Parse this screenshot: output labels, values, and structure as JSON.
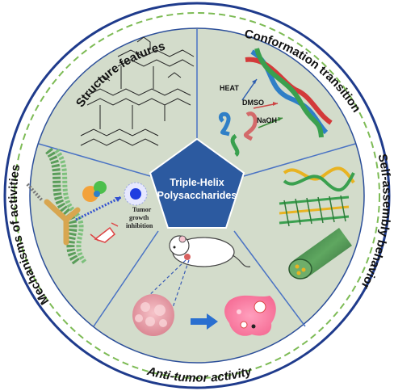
{
  "center": {
    "line1": "Triple-Helix",
    "line2": "Polysaccharides"
  },
  "ring_labels": {
    "top_left": "Structure features",
    "top_right": "Conformation transition",
    "right": "Self-assembly behavior",
    "bottom": "Anti-tumor activity",
    "left": "Mechanisms of activities"
  },
  "conformation": {
    "heat": "HEAT",
    "dmso": "DMSO",
    "naoh": "NaOH"
  },
  "mechanisms": {
    "tumor_line1": "Tumor",
    "tumor_line2": "growth",
    "tumor_line3": "inhibition"
  },
  "colors": {
    "background_disc": "#d3dccb",
    "outer_ring": "#1f3b8c",
    "dashed_ring": "#7dbb55",
    "pentagon": "#2c5aa0",
    "divider": "#4a73c4"
  }
}
